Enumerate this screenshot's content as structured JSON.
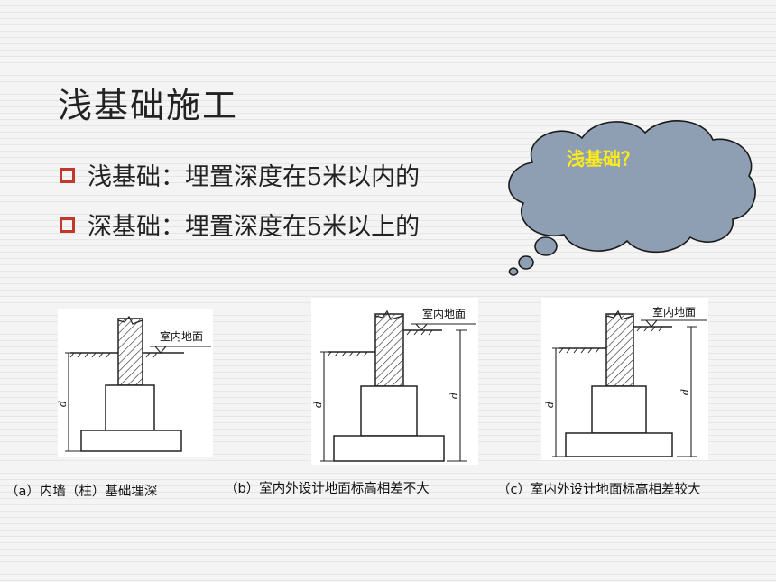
{
  "slide": {
    "title": "浅基础施工",
    "bullets": [
      {
        "text": "浅基础：埋置深度在5米以内的"
      },
      {
        "text": "深基础：埋置深度在5米以上的"
      }
    ],
    "callout": "浅基础？",
    "bullet_color": "#c0392b",
    "callout_fill": "#8e9fb4",
    "callout_text_color": "#ffeb1a"
  },
  "figures": [
    {
      "ground_label": "室内地面",
      "depth_label": "d",
      "caption": "（a）内墙（柱）基础埋深"
    },
    {
      "ground_label": "室内地面",
      "depth_label": "d",
      "depth_label_2": "d",
      "caption": "（b）室内外设计地面标高相差不大"
    },
    {
      "ground_label": "室内地面",
      "depth_label": "d",
      "depth_label_2": "d",
      "caption": "（c）室内外设计地面标高相差较大"
    }
  ]
}
